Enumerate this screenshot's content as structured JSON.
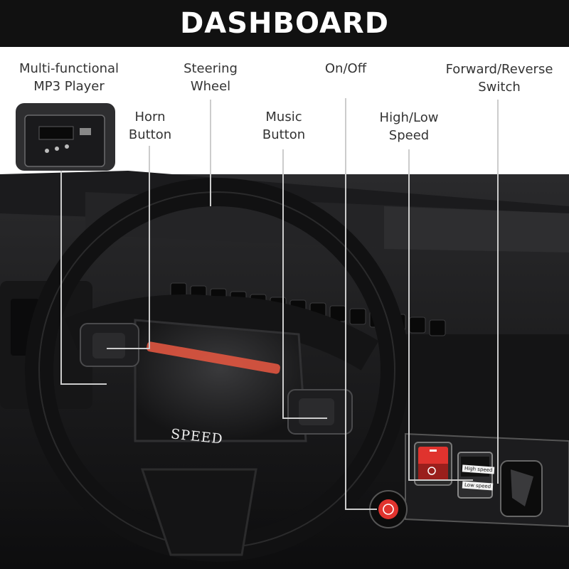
{
  "header": {
    "title": "DASHBOARD"
  },
  "labels": {
    "mp3": {
      "line1": "Multi-functional",
      "line2": "MP3 Player"
    },
    "steering": {
      "line1": "Steering",
      "line2": "Wheel"
    },
    "onoff": {
      "line1": "On/Off"
    },
    "forward_reverse": {
      "line1": "Forward/Reverse",
      "line2": "Switch"
    },
    "horn": {
      "line1": "Horn",
      "line2": "Button"
    },
    "music": {
      "line1": "Music",
      "line2": "Button"
    },
    "speed_switch": {
      "line1": "High/Low",
      "line2": "Speed"
    }
  },
  "wheel_text": "SPEED",
  "switch_panel": {
    "high": "High speed",
    "low": "Low speed"
  },
  "colors": {
    "header_bg": "#111111",
    "accent_red": "#e0332e",
    "leader": "#cccccc"
  }
}
